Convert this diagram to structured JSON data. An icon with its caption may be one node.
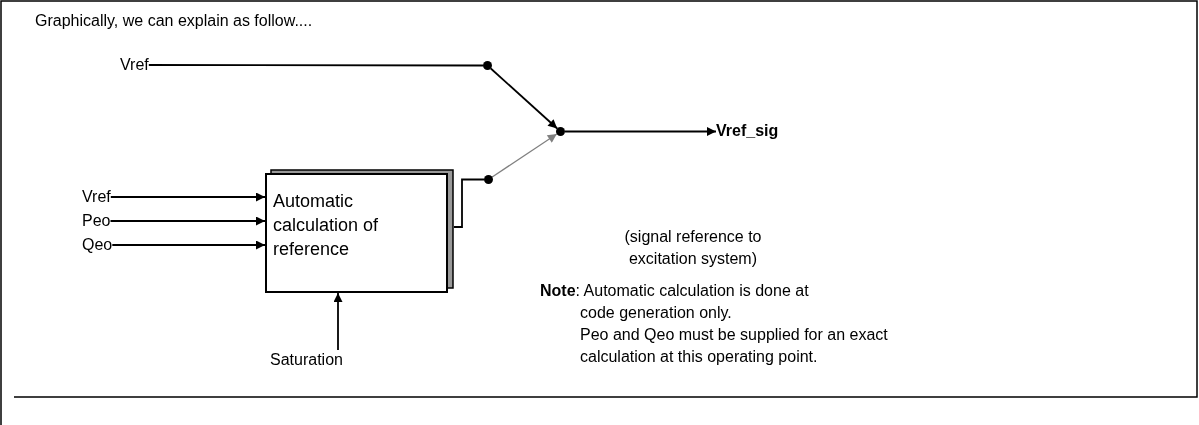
{
  "diagram": {
    "nodes": [
      {
        "text": [
          "Vref"
        ]
      },
      {
        "text": [],
        "shape": "circle"
      },
      {
        "text": [
          "Vref"
        ]
      },
      {
        "text": [
          "Peo"
        ]
      },
      {
        "text": [
          "Qeo"
        ]
      },
      {
        "text": [
          "Automatic calculation of reference"
        ]
      },
      {
        "text": [
          "Saturation"
        ]
      },
      {
        "text": [],
        "shape": "circle"
      },
      {
        "text": [],
        "shape": "circle"
      },
      {
        "text": [
          "Vref_sig"
        ]
      }
    ],
    "edges": [
      {
        "from": 0,
        "to": 1,
        "arrow": "none"
      },
      {
        "from": 1,
        "to": 8,
        "arrow": "to"
      },
      {
        "from": 2,
        "to": 5,
        "arrow": "to"
      },
      {
        "from": 3,
        "to": 5,
        "arrow": "to"
      },
      {
        "from": 4,
        "to": 5,
        "arrow": "to"
      },
      {
        "from": 6,
        "to": 5,
        "arrow": "to"
      },
      {
        "from": 5,
        "to": 7,
        "arrow": "none"
      },
      {
        "from": 7,
        "to": 8,
        "arrow": "to",
        "color": "#808080"
      },
      {
        "from": 8,
        "to": 9,
        "arrow": "to"
      }
    ],
    "labels": [
      "Graphically, we can explain as follow....",
      "(signal reference to excitation system)",
      "**Note**: Automatic calculation is done at code generation only.",
      "Peo and Qeo must be supplied for an exact calculation at this operating point."
    ]
  }
}
